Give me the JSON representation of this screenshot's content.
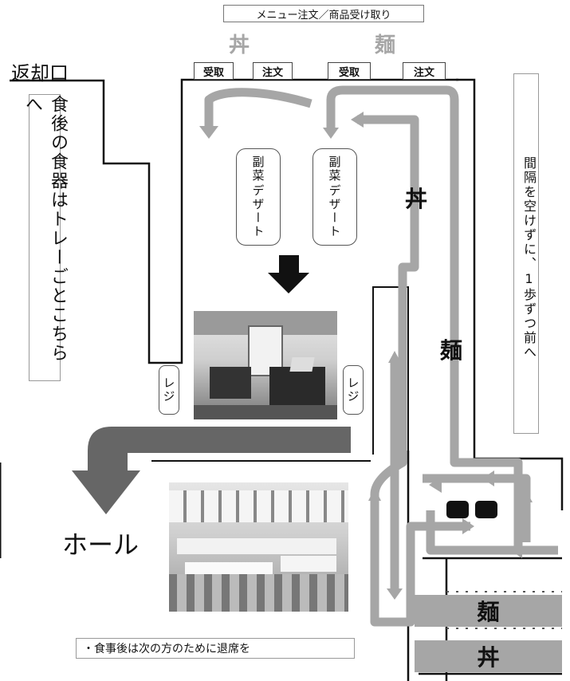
{
  "top_banner": "メニュー注文／商品受け取り",
  "counters": {
    "don_heading": "丼",
    "men_heading": "麺",
    "don_receive": "受取",
    "don_order": "注文",
    "men_receive": "受取",
    "men_order": "注文"
  },
  "return_label": "返却口",
  "return_note": "食後の食器はトレーごとこちらへ",
  "spacing_note": "間隔を空けずに、1歩ずつ前へ",
  "side_dishes": [
    {
      "line1": "副菜",
      "line2": "デザート"
    },
    {
      "line1": "副菜",
      "line2": "デザート"
    }
  ],
  "register_left": "レジ",
  "register_right": "レジ",
  "hall_label": "ホール",
  "lane_labels": {
    "don_vertical": "丼",
    "men_vertical": "麺",
    "men_queue": "麺",
    "don_queue": "丼"
  },
  "bottom_note": "・食事後は次の方のために退席を",
  "colors": {
    "path": "#a6a6a6",
    "dark_arrow": "#666666",
    "wall": "#111111"
  }
}
